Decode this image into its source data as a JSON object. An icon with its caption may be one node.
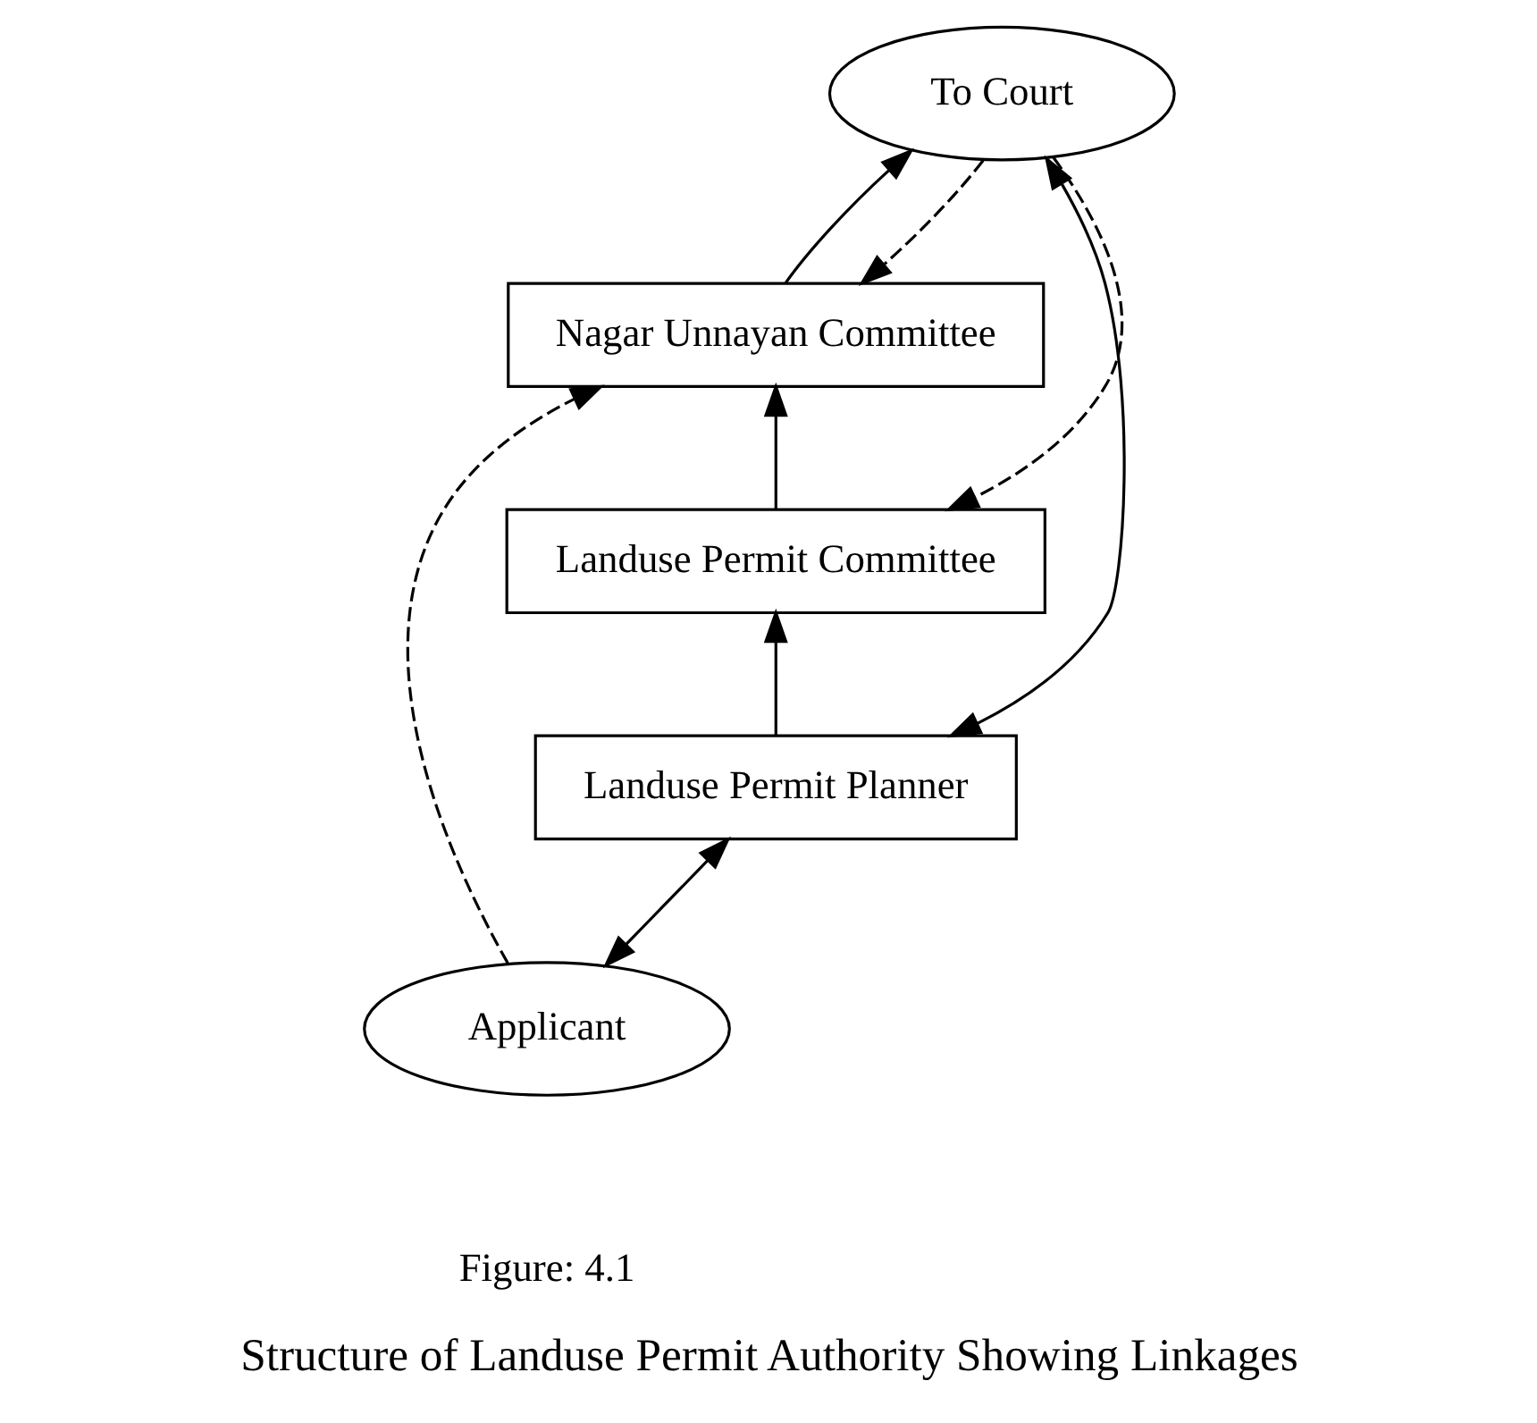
{
  "diagram": {
    "title": "Structure of Landuse Permit Authority Showing Linkages",
    "nodes": [
      {
        "text": [
          "To Court"
        ]
      },
      {
        "text": [
          "Nagar Unnayan Committee"
        ]
      },
      {
        "text": [
          "Landuse Permit Committee"
        ]
      },
      {
        "text": [
          "Landuse Permit Planner"
        ]
      },
      {
        "text": [
          "Applicant"
        ]
      }
    ],
    "edges": [
      {
        "from": 1,
        "to": 0,
        "arrow": "to"
      },
      {
        "from": 2,
        "to": 1,
        "arrow": "to"
      },
      {
        "from": 3,
        "to": 2,
        "arrow": "to"
      },
      {
        "from": 4,
        "to": 3,
        "arrow": "both"
      },
      {
        "from": 4,
        "to": 1,
        "arrow": "to",
        "style": "dashed"
      },
      {
        "from": 3,
        "to": 0,
        "arrow": "both"
      },
      {
        "from": 0,
        "to": 1,
        "arrow": "to",
        "style": "dashed"
      },
      {
        "from": 0,
        "to": 2,
        "arrow": "to",
        "style": "dashed"
      }
    ],
    "labels": [
      "Figure: 4.1"
    ]
  }
}
